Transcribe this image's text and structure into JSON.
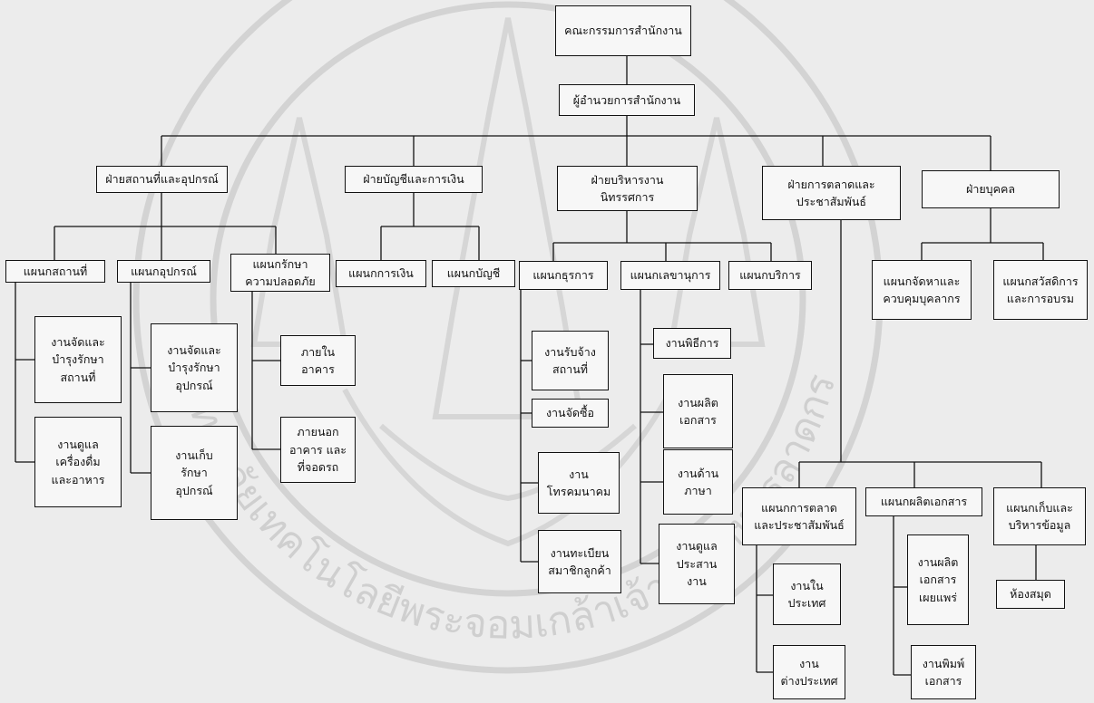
{
  "watermark": {
    "seal_text": "มหาวิทยาลัยเทคโนโลยีพระจอมเกล้าเจ้าคุณทหารลาดกระบัง"
  },
  "nodes": {
    "board": "คณะกรรมการสำนักงาน",
    "director": "ผู้อำนวยการสำนักงาน",
    "div_facilities": "ฝ่ายสถานที่และอุปกรณ์",
    "div_accounting": "ฝ่ายบัญชีและการเงิน",
    "div_exhibition": "ฝ่ายบริหารงาน\nนิทรรศการ",
    "div_marketing": "ฝ่ายการตลาดและ\nประชาสัมพันธ์",
    "div_personnel": "ฝ่ายบุคคล",
    "sec_location": "แผนกสถานที่",
    "sec_equipment": "แผนกอุปกรณ์",
    "sec_security": "แผนกรักษา\nความปลอดภัย",
    "sec_finance": "แผนกการเงิน",
    "sec_account": "แผนกบัญชี",
    "sec_clerical": "แผนกธุรการ",
    "sec_secretary": "แผนกเลขานุการ",
    "sec_service": "แผนกบริการ",
    "sec_recruit": "แผนกจัดหาและ\nควบคุมบุคลากร",
    "sec_welfare": "แผนกสวัสดิการ\nและการอบรม",
    "job_loc_maint": "งานจัดและ\nบำรุงรักษา\nสถานที่",
    "job_drinks": "งานดูแล\nเครื่องดื่ม\nและอาหาร",
    "job_eq_maint": "งานจัดและ\nบำรุงรักษา\nอุปกรณ์",
    "job_eq_store": "งานเก็บ\nรักษา\nอุปกรณ์",
    "job_inside": "ภายใน\nอาคาร",
    "job_outside": "ภายนอก\nอาคาร และ\nที่จอดรถ",
    "job_venue": "งานรับจ้าง\nสถานที่",
    "job_purchase": "งานจัดซื้อ",
    "job_telecom": "งาน\nโทรคมนาคม",
    "job_registration": "งานทะเบียน\nสมาชิกลูกค้า",
    "job_ceremony": "งานพิธีการ",
    "job_doc_prod": "งานผลิต\nเอกสาร",
    "job_language": "งานด้าน\nภาษา",
    "job_coord": "งานดูแล\nประสาน\nงาน",
    "sec_mkt_pr": "แผนกการตลาด\nและประชาสัมพันธ์",
    "sec_doc_prod": "แผนกผลิตเอกสาร",
    "sec_data": "แผนกเก็บและ\nบริหารข้อมูล",
    "job_domestic": "งานใน\nประเทศ",
    "job_foreign": "งาน\nต่างประเทศ",
    "job_publish": "งานผลิต\nเอกสาร\nเผยแพร่",
    "job_print": "งานพิมพ์\nเอกสาร",
    "job_library": "ห้องสมุด"
  }
}
